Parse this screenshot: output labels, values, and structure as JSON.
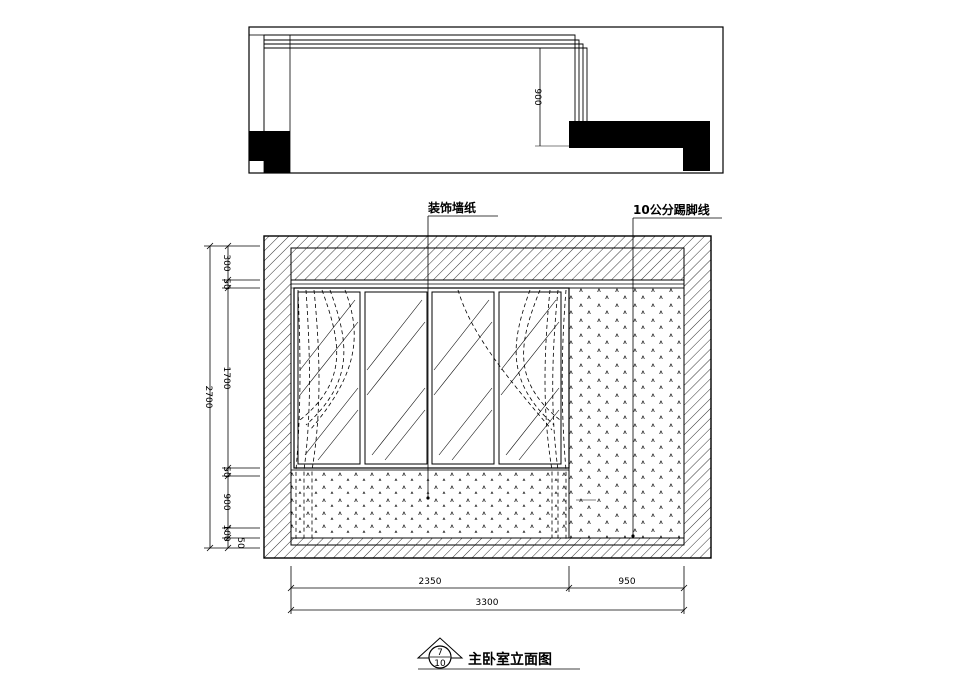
{
  "plan_view": {
    "depth_dimension": "900"
  },
  "callouts": {
    "wallpaper": "装饰墙纸",
    "baseboard": "10公分踢脚线"
  },
  "dimensions": {
    "vertical_total": "2700",
    "vertical_segments": [
      "300",
      "50",
      "1700",
      "50",
      "900",
      "100",
      "50"
    ],
    "horizontal_segments": [
      "2350",
      "950"
    ],
    "horizontal_total": "3300"
  },
  "title_block": {
    "drawing_number": "7",
    "sheet_number": "10",
    "title": "主卧室立面图"
  }
}
